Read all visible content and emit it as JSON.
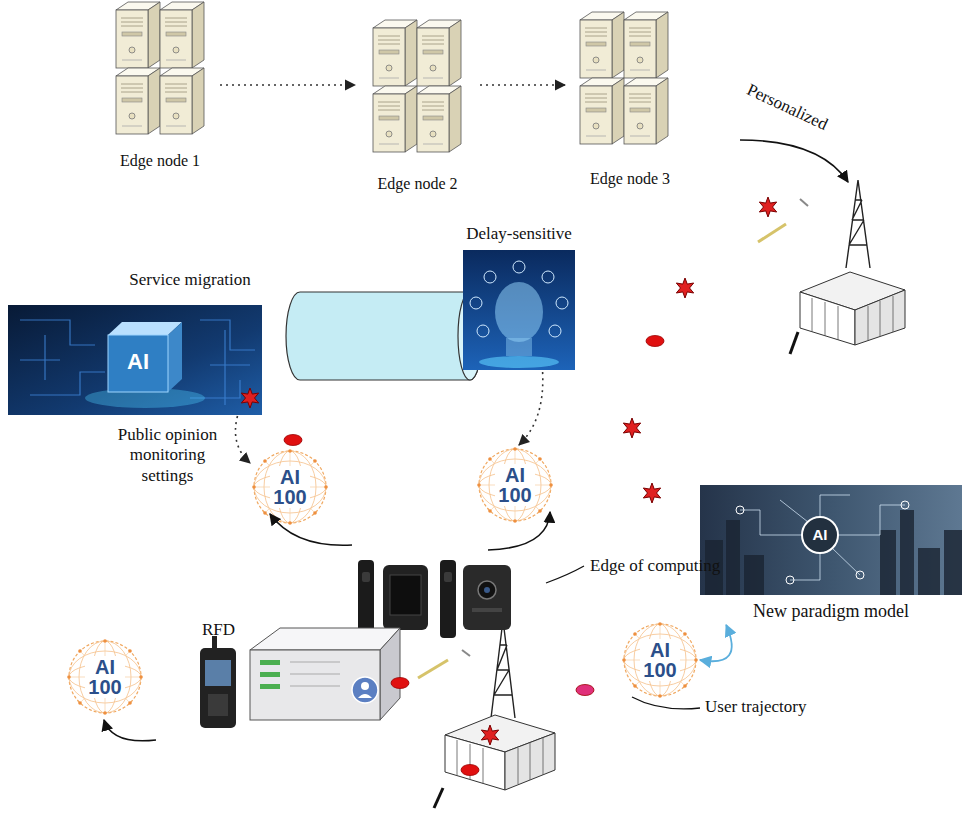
{
  "diagram": {
    "nodes": [
      {
        "text": [
          "Edge node 1"
        ]
      },
      {
        "text": [
          "Edge node 2"
        ]
      },
      {
        "text": [
          "Edge node 3"
        ]
      },
      {
        "text": [
          "Service migration"
        ]
      },
      {
        "text": [
          "Delay-sensitive"
        ]
      },
      {
        "text": [
          "New paradigm model"
        ]
      },
      {
        "text": [
          "AI 100"
        ]
      },
      {
        "text": [
          "AI 100"
        ]
      },
      {
        "text": [
          "AI 100"
        ]
      },
      {
        "text": [
          "AI 100"
        ]
      }
    ],
    "edges": [
      {
        "from": 0,
        "to": 1,
        "arrow": "to"
      },
      {
        "from": 1,
        "to": 2,
        "arrow": "to"
      },
      {
        "from": 3,
        "to": 6,
        "arrow": "to"
      },
      {
        "from": 4,
        "to": 7,
        "arrow": "to"
      },
      {
        "from": 9,
        "to": 5,
        "arrow": "both"
      }
    ],
    "labels": [
      "Personalized",
      "Public opinion monitoring settings",
      "Edge of computing",
      "RFD",
      "User trajectory",
      "AI",
      "AI"
    ]
  }
}
